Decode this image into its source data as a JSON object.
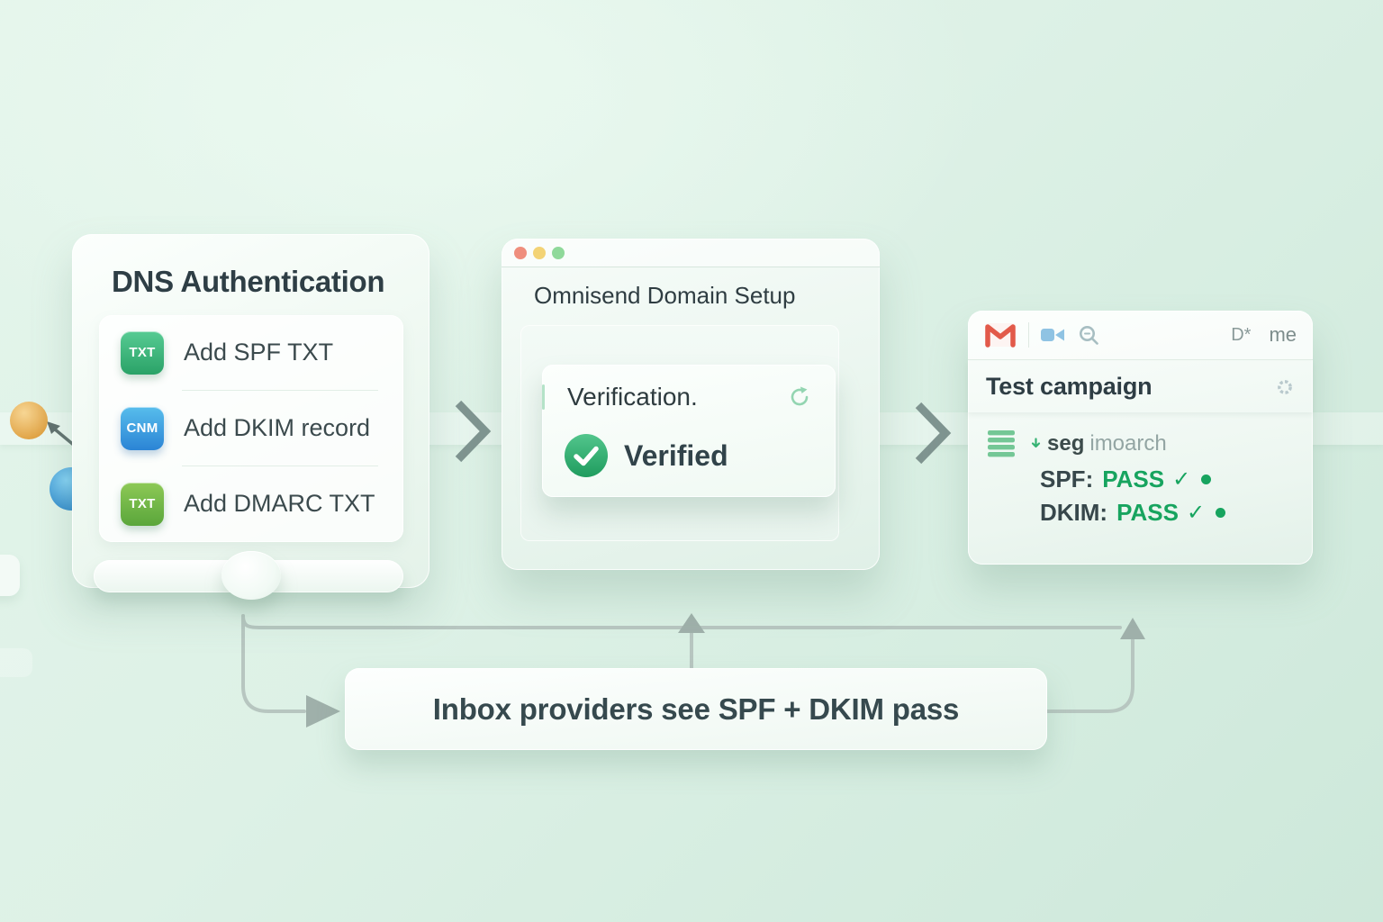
{
  "dns_card": {
    "title": "DNS Authentication",
    "items": [
      {
        "badge": "TXT",
        "label": "Add SPF TXT"
      },
      {
        "badge": "CNM",
        "label": "Add DKIM record"
      },
      {
        "badge": "TXT",
        "label": "Add DMARC TXT"
      }
    ]
  },
  "omnisend_window": {
    "title": "Omnisend Domain Setup",
    "section_title": "Verification.",
    "status": "Verified"
  },
  "gmail_card": {
    "account_badge": "D*",
    "profile_label": "me",
    "subject": "Test campaign",
    "sender": "seg",
    "sender_secondary": "imoarch",
    "auth_results": [
      {
        "protocol": "SPF:",
        "result": "PASS"
      },
      {
        "protocol": "DKIM:",
        "result": "PASS"
      }
    ]
  },
  "banner": {
    "text": "Inbox providers see SPF + DKIM pass"
  },
  "icons": {
    "check": "✓"
  },
  "colors": {
    "pass_green": "#17a45f",
    "verified_green": "#2fae6e",
    "badge_spf_green": "#3cb97e",
    "badge_dkim_blue": "#3e9bdd",
    "badge_dmarc_green": "#6db53f",
    "gmail_red": "#e25a4a",
    "traffic_red": "#ef8e7d",
    "traffic_yellow": "#f3d375",
    "traffic_green": "#8fd99a",
    "background_mint": "#ddf1e6",
    "dark_slate_text": "#33434a"
  }
}
